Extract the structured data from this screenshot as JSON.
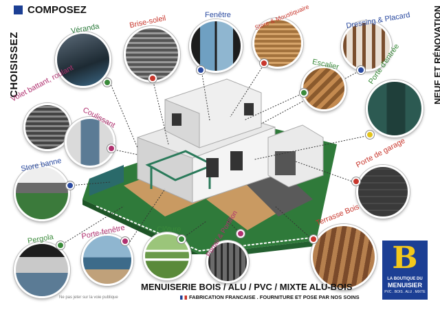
{
  "header": {
    "left_vertical": "CHOISISSEZ",
    "top_title": "COMPOSEZ",
    "right_vertical": "NEUF ET RÉNOVATION"
  },
  "products": [
    {
      "label": "Véranda",
      "color": "#3a8a3a"
    },
    {
      "label": "Brise-soleil",
      "color": "#c8372d"
    },
    {
      "label": "Fenêtre",
      "color": "#2a4aa0"
    },
    {
      "label": "Store & Moustiquaire",
      "color": "#c8372d"
    },
    {
      "label": "Dressing & Placard",
      "color": "#2a4aa0"
    },
    {
      "label": "Escalier",
      "color": "#3a8a3a"
    },
    {
      "label": "Porte d'entrée",
      "color": "#2a4aa0"
    },
    {
      "label": "Volet battant, roulant",
      "color": "#b0306f"
    },
    {
      "label": "Coulissant",
      "color": "#b0306f"
    },
    {
      "label": "Store banne",
      "color": "#2a4aa0"
    },
    {
      "label": "Porte de garage",
      "color": "#c8372d"
    },
    {
      "label": "Pergola",
      "color": "#3a8a3a"
    },
    {
      "label": "Porte-fenêtre",
      "color": "#b0306f"
    },
    {
      "label": "Clôture",
      "color": "#3a8a3a"
    },
    {
      "label": "Portail & Portillon",
      "color": "#b0306f"
    },
    {
      "label": "Terrasse Bois",
      "color": "#c8372d"
    }
  ],
  "footer": {
    "headline": "MENUISERIE BOIS / ALU / PVC / MIXTE ALU-BOIS",
    "subline": "FABRICATION FRANCAISE . FOURNITURE ET POSE PAR NOS SOINS",
    "disclaimer": "Ne pas jeter sur la voie publique"
  },
  "logo": {
    "line1": "LA BOUTIQUE DU",
    "line2": "MENUISIER",
    "line3": "PVC . BOIS . ALU . MIXTE"
  },
  "colors": {
    "accent_blue": "#1c3f94",
    "accent_yellow": "#f3c81b",
    "grass": "#2f7a3a",
    "wood": "#c99a62"
  }
}
